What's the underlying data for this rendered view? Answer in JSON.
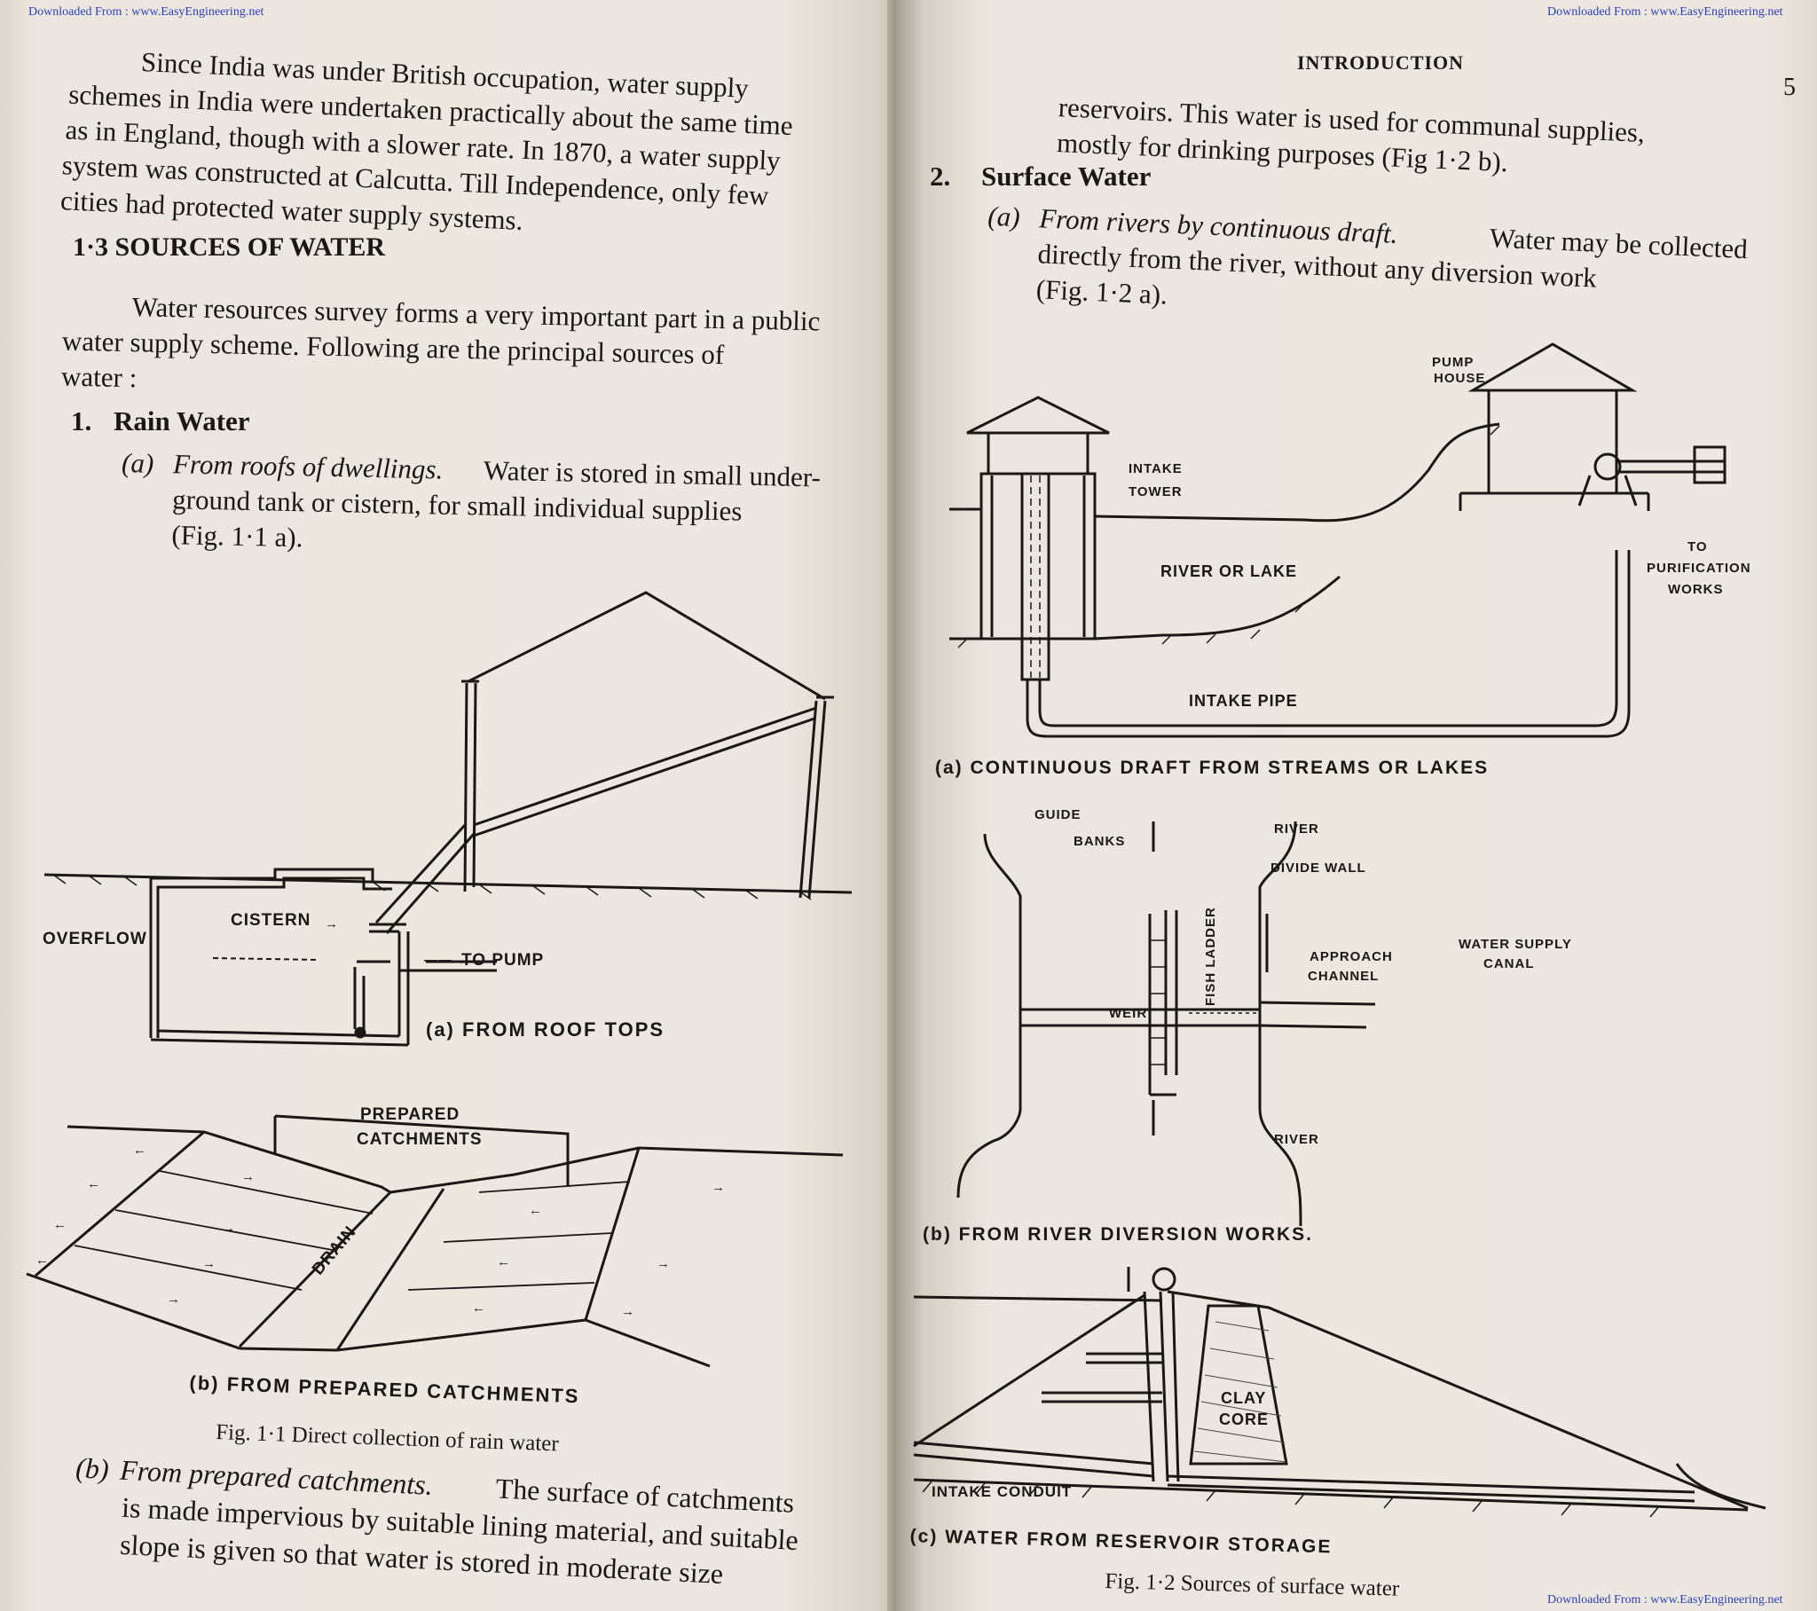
{
  "watermark": {
    "top_left": "Downloaded From : www.EasyEngineering.net",
    "top_right": "Downloaded From : www.EasyEngineering.net",
    "bottom_right": "Downloaded From : www.EasyEngineering.net"
  },
  "left_page": {
    "paragraph_intro": [
      "Since India was under British occupation, water supply",
      "schemes in India were undertaken practically about the same time",
      "as in England, though with a slower rate. In 1870, a water supply",
      "system was constructed at Calcutta. Till Independence, only few",
      "cities had protected water supply systems."
    ],
    "section_heading": "1·3  SOURCES OF WATER",
    "paragraph_sources": [
      "Water resources survey forms a very important part in a public",
      "water supply scheme. Following are the principal sources of",
      "water :"
    ],
    "item1_number": "1.",
    "item1_title": "Rain Water",
    "item1a_marker": "(a)",
    "item1a_lead": "From roofs of dwellings.",
    "item1a_text": [
      "Water is stored in small under-",
      "ground tank or cistern, for small individual supplies",
      "(Fig. 1·1 a)."
    ],
    "fig1a": {
      "label_cistern": "CISTERN",
      "label_overflow": "OVERFLOW",
      "label_to_pump": "TO PUMP",
      "caption": "(a) FROM ROOF TOPS"
    },
    "fig1b": {
      "label_prepared": "PREPARED",
      "label_catchments": "CATCHMENTS",
      "label_drain": "DRAIN",
      "caption": "(b) FROM PREPARED CATCHMENTS"
    },
    "figure_caption": "Fig. 1·1  Direct collection of rain water",
    "item1b_marker": "(b)",
    "item1b_lead": "From prepared catchments.",
    "item1b_text": [
      "The surface of catchments",
      "is made impervious by suitable lining material, and suitable",
      "slope is given so that water is stored in moderate size"
    ]
  },
  "right_page": {
    "running_head": "INTRODUCTION",
    "page_number": "5",
    "continued_text": [
      "reservoirs. This water is used for communal supplies,",
      "mostly for drinking purposes (Fig 1·2 b)."
    ],
    "item2_number": "2.",
    "item2_title": "Surface Water",
    "item2a_marker": "(a)",
    "item2a_lead": "From rivers by continuous draft.",
    "item2a_text": [
      "Water may be collected",
      "directly from the river, without any diversion work",
      "(Fig. 1·2 a)."
    ],
    "fig2a": {
      "label_pump_house_1": "PUMP",
      "label_pump_house_2": "HOUSE",
      "label_intake_tower_1": "INTAKE",
      "label_intake_tower_2": "TOWER",
      "label_river_lake": "RIVER OR LAKE",
      "label_to_purification_1": "TO",
      "label_to_purification_2": "PURIFICATION",
      "label_to_purification_3": "WORKS",
      "label_intake_pipe": "INTAKE PIPE",
      "caption": "(a) CONTINUOUS DRAFT FROM STREAMS OR LAKES"
    },
    "fig2b": {
      "label_guide": "GUIDE",
      "label_banks": "BANKS",
      "label_river_top": "RIVER",
      "label_divide_wall": "DIVIDE WALL",
      "label_fish_ladder": "FISH LADDER",
      "label_approach_1": "APPROACH",
      "label_approach_2": "CHANNEL",
      "label_water_supply": "WATER SUPPLY",
      "label_canal": "CANAL",
      "label_weir": "WEIR",
      "label_river_bottom": "RIVER",
      "caption": "(b) FROM RIVER DIVERSION WORKS."
    },
    "fig2c": {
      "label_clay": "CLAY",
      "label_core": "CORE",
      "label_intake_conduit": "INTAKE CONDUIT",
      "caption": "(c) WATER FROM RESERVOIR STORAGE"
    },
    "figure_caption": "Fig. 1·2  Sources of surface water"
  }
}
